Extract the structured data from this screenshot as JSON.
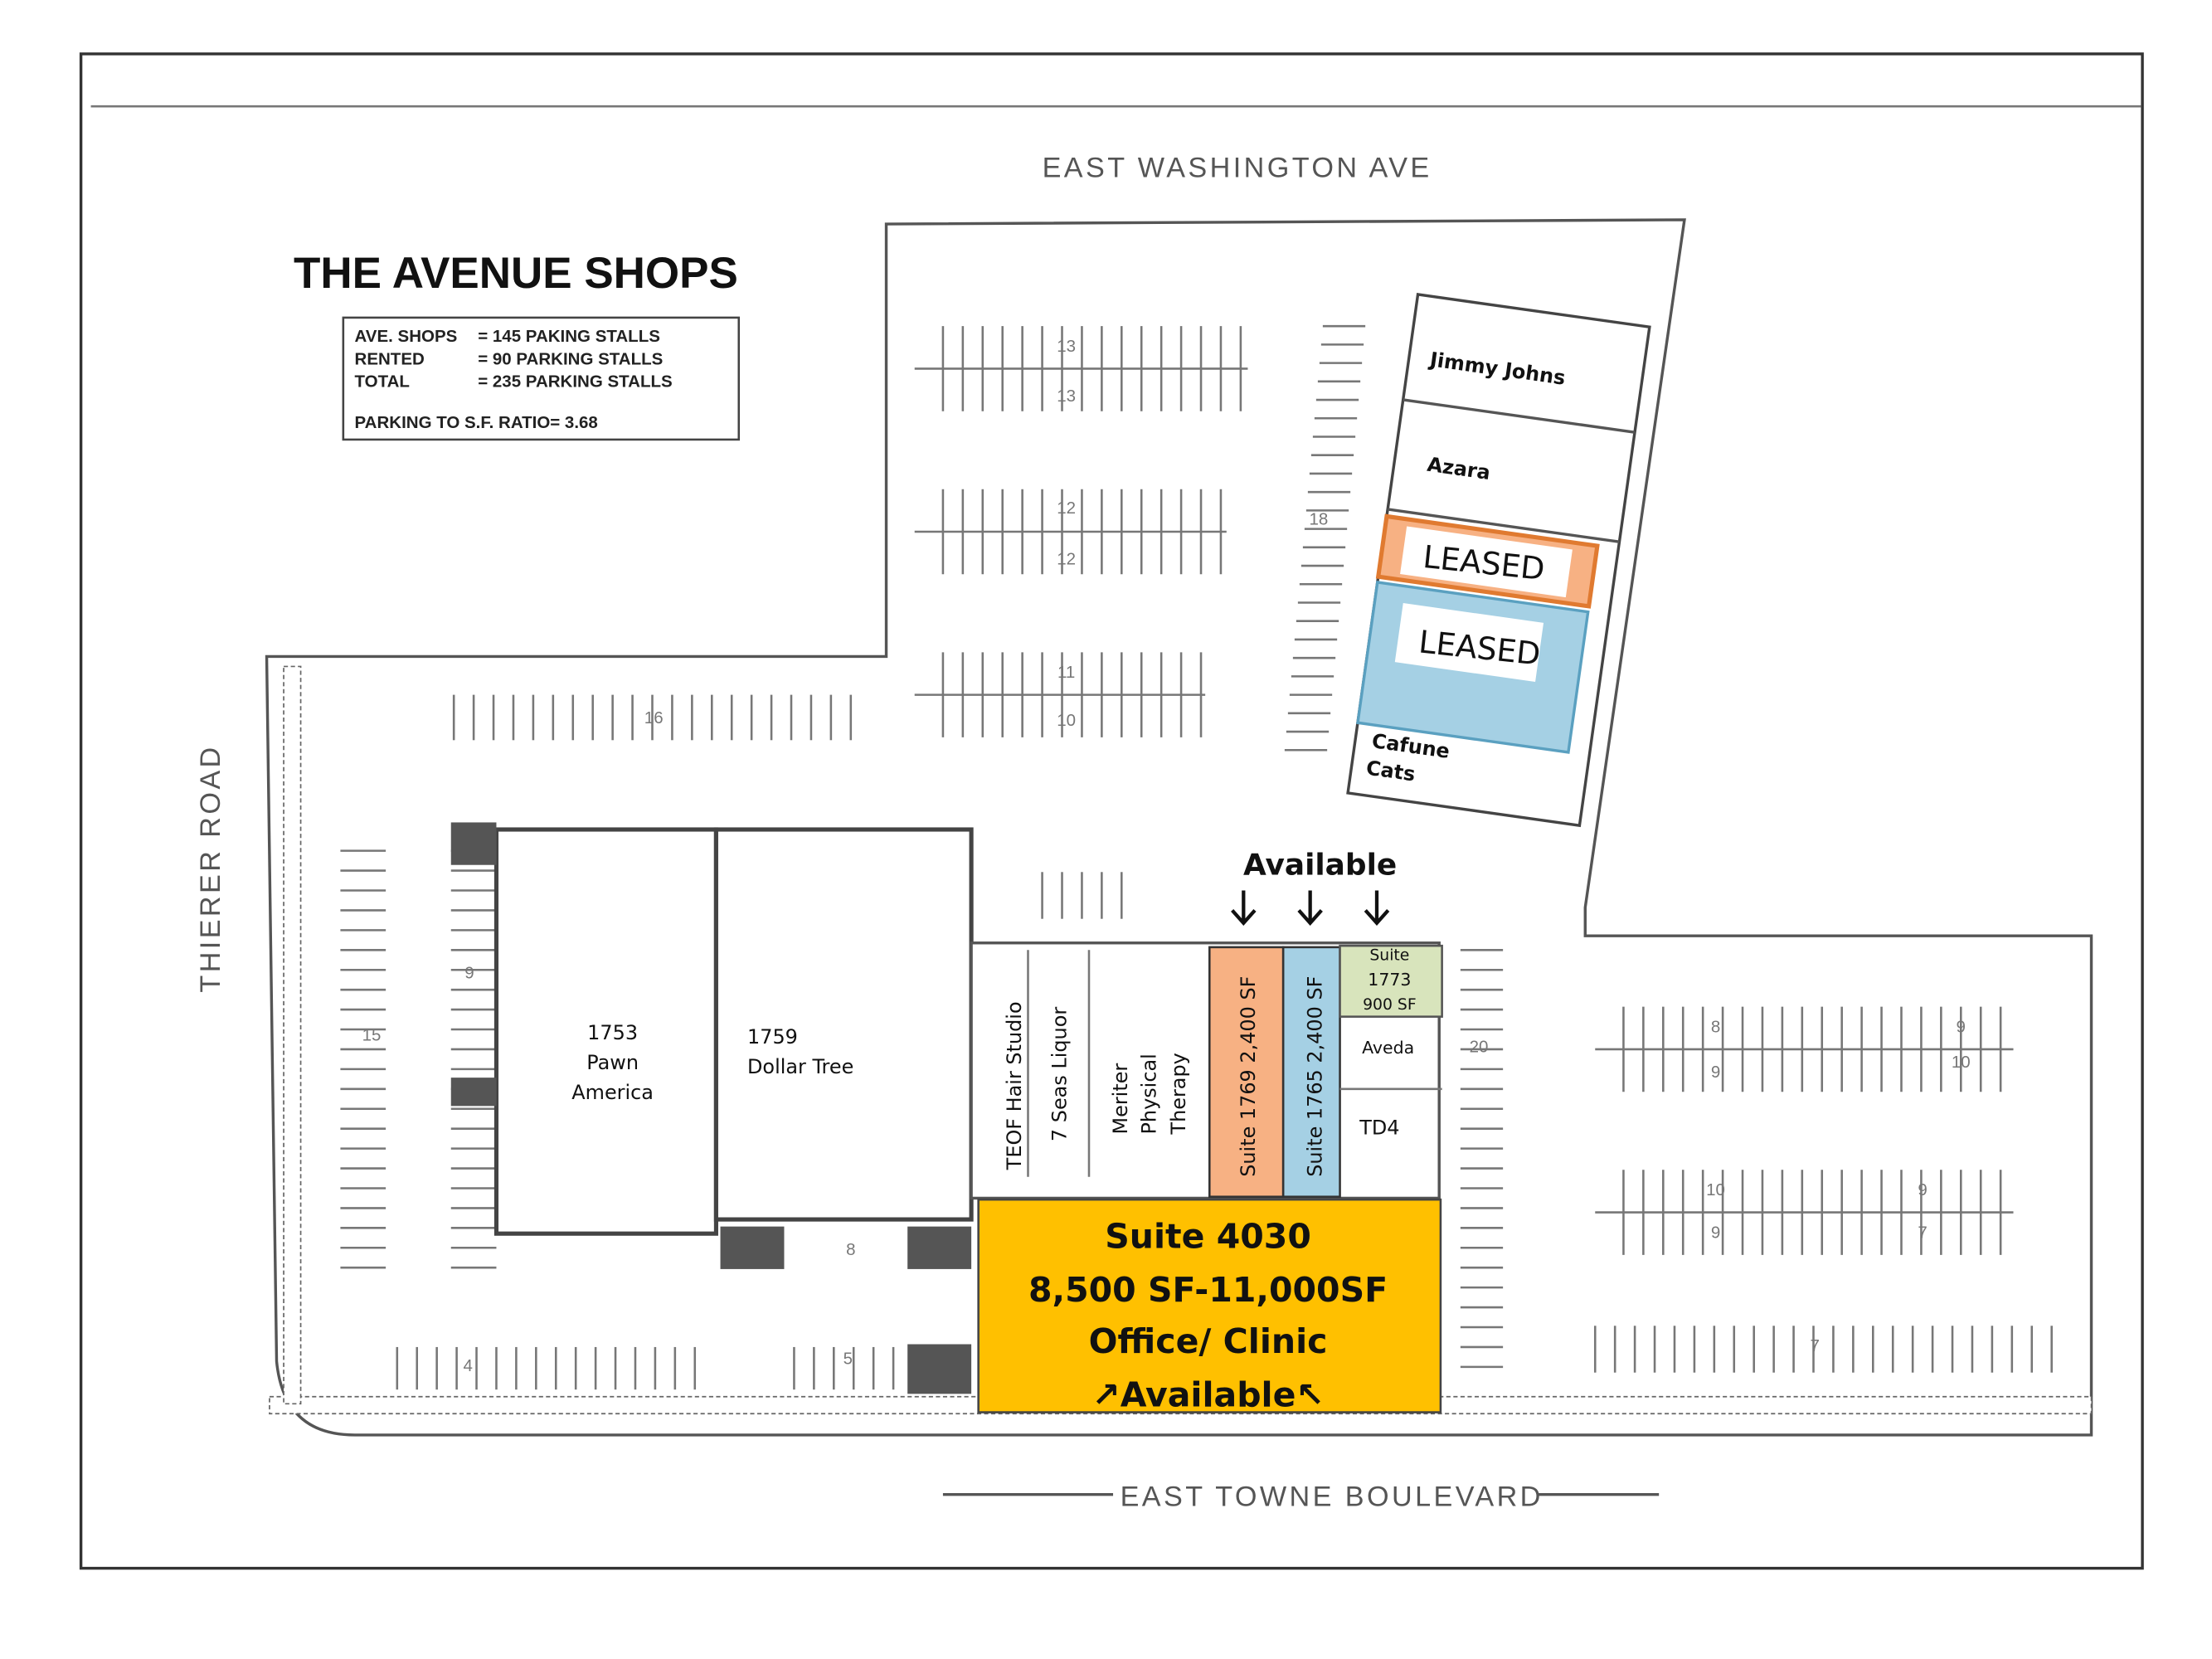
{
  "title": "THE AVENUE SHOPS",
  "legend": {
    "rows": [
      {
        "label": "AVE. SHOPS",
        "value": "= 145 PAKING STALLS"
      },
      {
        "label": "RENTED",
        "value": "= 90 PARKING STALLS"
      },
      {
        "label": "TOTAL",
        "value": "= 235 PARKING STALLS"
      }
    ],
    "ratio": "PARKING TO S.F. RATIO= 3.68"
  },
  "roads": {
    "north": "EAST WASHINGTON AVE",
    "west": "THIERER ROAD",
    "south": "EAST TOWNE BOULEVARD"
  },
  "tenants": {
    "jimmy_johns": "Jimmy Johns",
    "azara": "Azara",
    "leased_1": "LEASED",
    "leased_2": "LEASED",
    "cafune_1": "Cafune",
    "cafune_2": "Cats",
    "pawn": [
      "1753",
      "Pawn",
      "America"
    ],
    "dollar": [
      "1759",
      "Dollar Tree"
    ],
    "teof": "TEOF Hair Studio",
    "seas": "7 Seas Liquor",
    "meriter": [
      "Meriter",
      "Physical",
      "Therapy"
    ],
    "suite_1769": "Suite 1769 2,400 SF",
    "suite_1765": "Suite 1765 2,400 SF",
    "suite_1773": [
      "Suite",
      "1773",
      "900 SF"
    ],
    "aveda": "Aveda",
    "td4": "TD4"
  },
  "available_label": "Available",
  "suite_4030": [
    "Suite 4030",
    "8,500 SF-11,000SF",
    "Office/ Clinic",
    "↗Available↖"
  ],
  "stall_counts": [
    "13",
    "13",
    "12",
    "12",
    "11",
    "10",
    "16",
    "18",
    "15",
    "9",
    "8",
    "5",
    "4",
    "8",
    "9",
    "9",
    "10",
    "10",
    "9",
    "9",
    "7",
    "7",
    "20"
  ],
  "colors": {
    "leased_orange": "#f7b183",
    "leased_blue": "#a5d0e4",
    "suite_green": "#d8e4bc",
    "suite_4030": "#ffc000"
  }
}
